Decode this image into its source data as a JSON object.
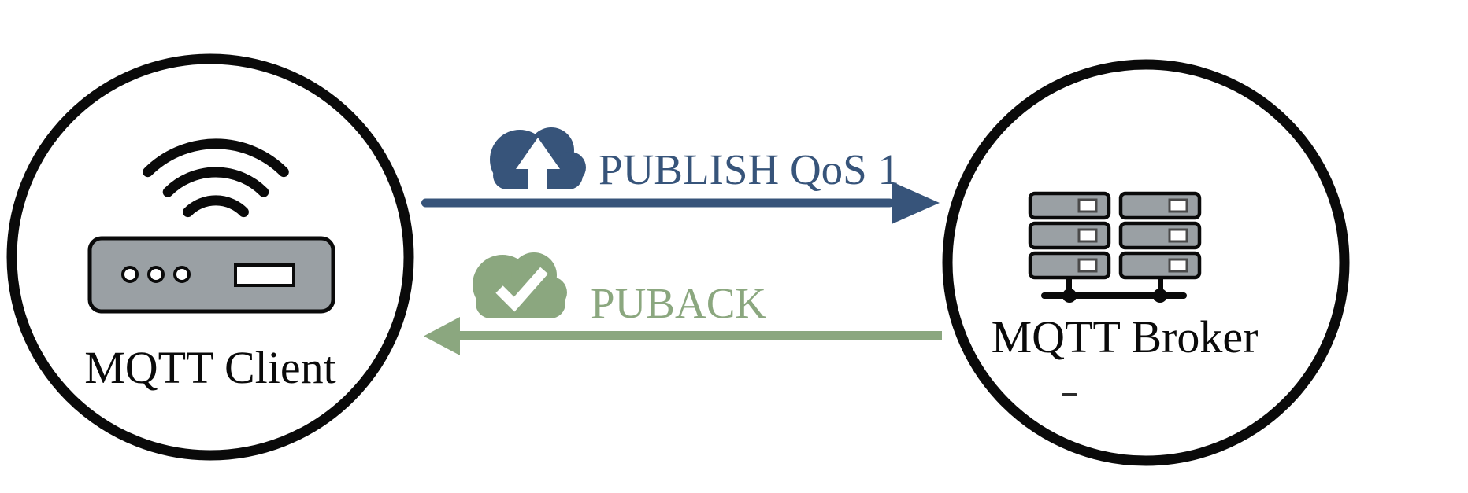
{
  "nodes": {
    "client": {
      "label": "MQTT Client",
      "icon": "wifi-device-icon"
    },
    "broker": {
      "label": "MQTT Broker",
      "icon": "server-rack-icon"
    }
  },
  "messages": {
    "publish": {
      "label": "PUBLISH QoS 1",
      "icon": "cloud-upload-icon",
      "direction": "client-to-broker"
    },
    "puback": {
      "label": "PUBACK",
      "icon": "cloud-check-icon",
      "direction": "broker-to-client"
    }
  },
  "colors": {
    "publish_blue": "#37547a",
    "puback_green": "#8ba77f",
    "device_gray": "#9aa0a4",
    "outline_black": "#0a0a0a"
  }
}
